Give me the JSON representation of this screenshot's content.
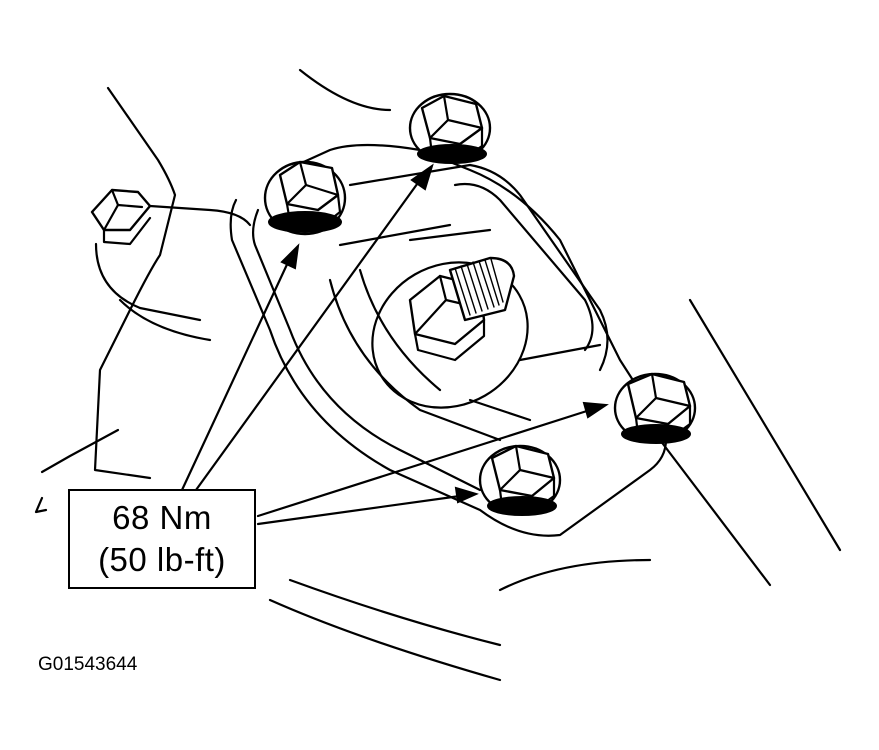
{
  "callout": {
    "torque_metric": "68 Nm",
    "torque_imperial": "(50 lb-ft)"
  },
  "figure_id": "G01543644"
}
